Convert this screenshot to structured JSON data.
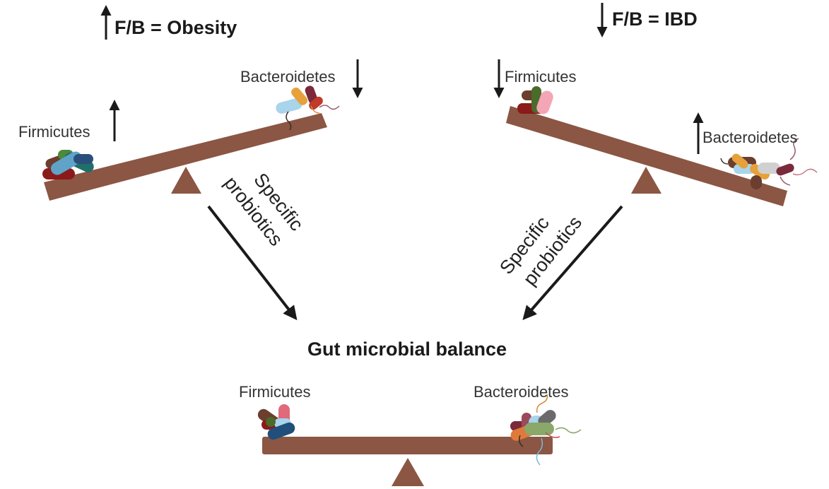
{
  "titles": {
    "obesity": "F/B = Obesity",
    "ibd": "F/B = IBD",
    "balance": "Gut microbial balance"
  },
  "labels": {
    "firmicutes": "Firmicutes",
    "bacteroidetes": "Bacteroidetes"
  },
  "probiotics": {
    "line1": "Specific",
    "line2": "probiotics"
  },
  "colors": {
    "beam": "#8b5643",
    "arrow": "#1a1a1a"
  },
  "icons": {
    "up_arrow": "arrow-up-icon",
    "down_arrow": "arrow-down-icon",
    "bacteria": "bacteria-cluster-icon"
  }
}
